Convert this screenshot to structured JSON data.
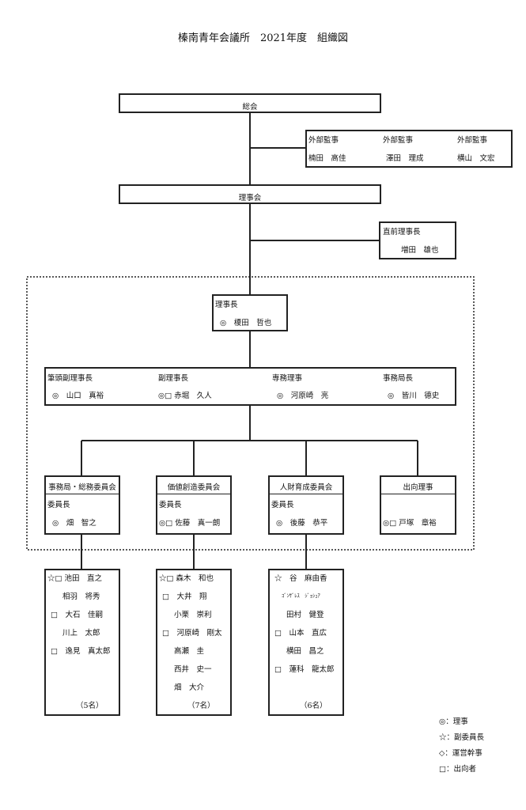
{
  "title": "榛南青年会議所　2021年度　組織図",
  "soukai": "総会",
  "auditors": [
    {
      "role": "外部監事",
      "name": "楠田　高佳"
    },
    {
      "role": "外部監事",
      "name": "澤田　理成"
    },
    {
      "role": "外部監事",
      "name": "横山　文宏"
    }
  ],
  "rijikai": "理事会",
  "previous_president": {
    "role": "直前理事長",
    "name": "増田　雄也"
  },
  "president": {
    "role": "理事長",
    "name": "◎　榎田　哲也"
  },
  "officers": [
    {
      "role": "筆頭副理事長",
      "name": "◎　山口　真裕"
    },
    {
      "role": "副理事長",
      "name": "◎□ 赤堀　久人"
    },
    {
      "role": "専務理事",
      "name": "◎　河原崎　亮"
    },
    {
      "role": "事務局長",
      "name": "◎　皆川　德史"
    }
  ],
  "committees": [
    {
      "name": "事務局・総務委員会",
      "chair_label": "委員長",
      "chair": "◎　畑　智之",
      "members": [
        "☆□ 池田　直之",
        "　　相羽　将秀",
        "□　大石　佳嗣",
        "　　川上　太郎",
        "□　逸見　真太郎"
      ],
      "count": "（5名）"
    },
    {
      "name": "価値創造委員会",
      "chair_label": "委員長",
      "chair": "◎□ 佐藤　真一朗",
      "members": [
        "☆□ 森木　和也",
        "□　大井　翔",
        "　　小栗　崇利",
        "□　河原崎　剛太",
        "　　高瀬　圭",
        "　　西井　史一",
        "　　畑　大介"
      ],
      "count": "（7名）"
    },
    {
      "name": "人財育成委員会",
      "chair_label": "委員長",
      "chair": "◎　後藤　恭平",
      "members": [
        "☆　谷　麻由香",
        "　　ｺﾞﾝｻﾞﾚｽ　ｼﾞｮｼｭｱ",
        "　　田村　健登",
        "□　山本　直広",
        "　　横田　昌之",
        "□　蓮科　龍太郎"
      ],
      "count": "（6名）"
    },
    {
      "name": "出向理事",
      "chair_label": "",
      "chair": "◎□ 戸塚　章裕",
      "members": [],
      "count": ""
    }
  ],
  "legend": [
    "◎：理事",
    "☆：副委員長",
    "◇：運営幹事",
    "□：出向者"
  ]
}
